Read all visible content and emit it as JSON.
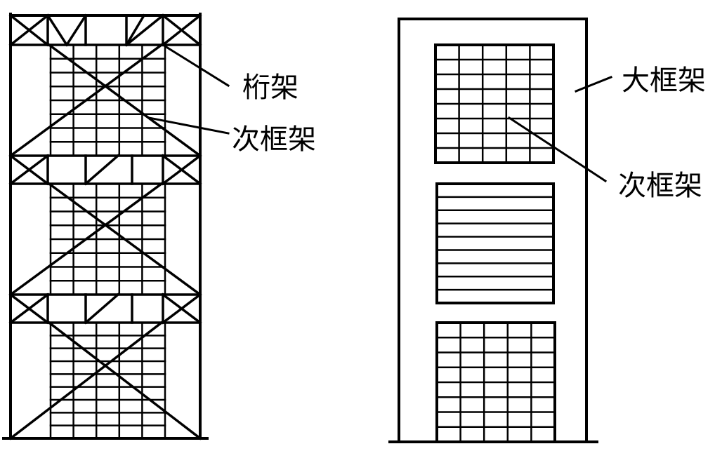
{
  "labels": {
    "truss": "桁架",
    "secondary_frame_left": "次框架",
    "main_frame": "大框架",
    "secondary_frame_right": "次框架"
  },
  "colors": {
    "stroke": "#000000",
    "background": "#ffffff"
  }
}
